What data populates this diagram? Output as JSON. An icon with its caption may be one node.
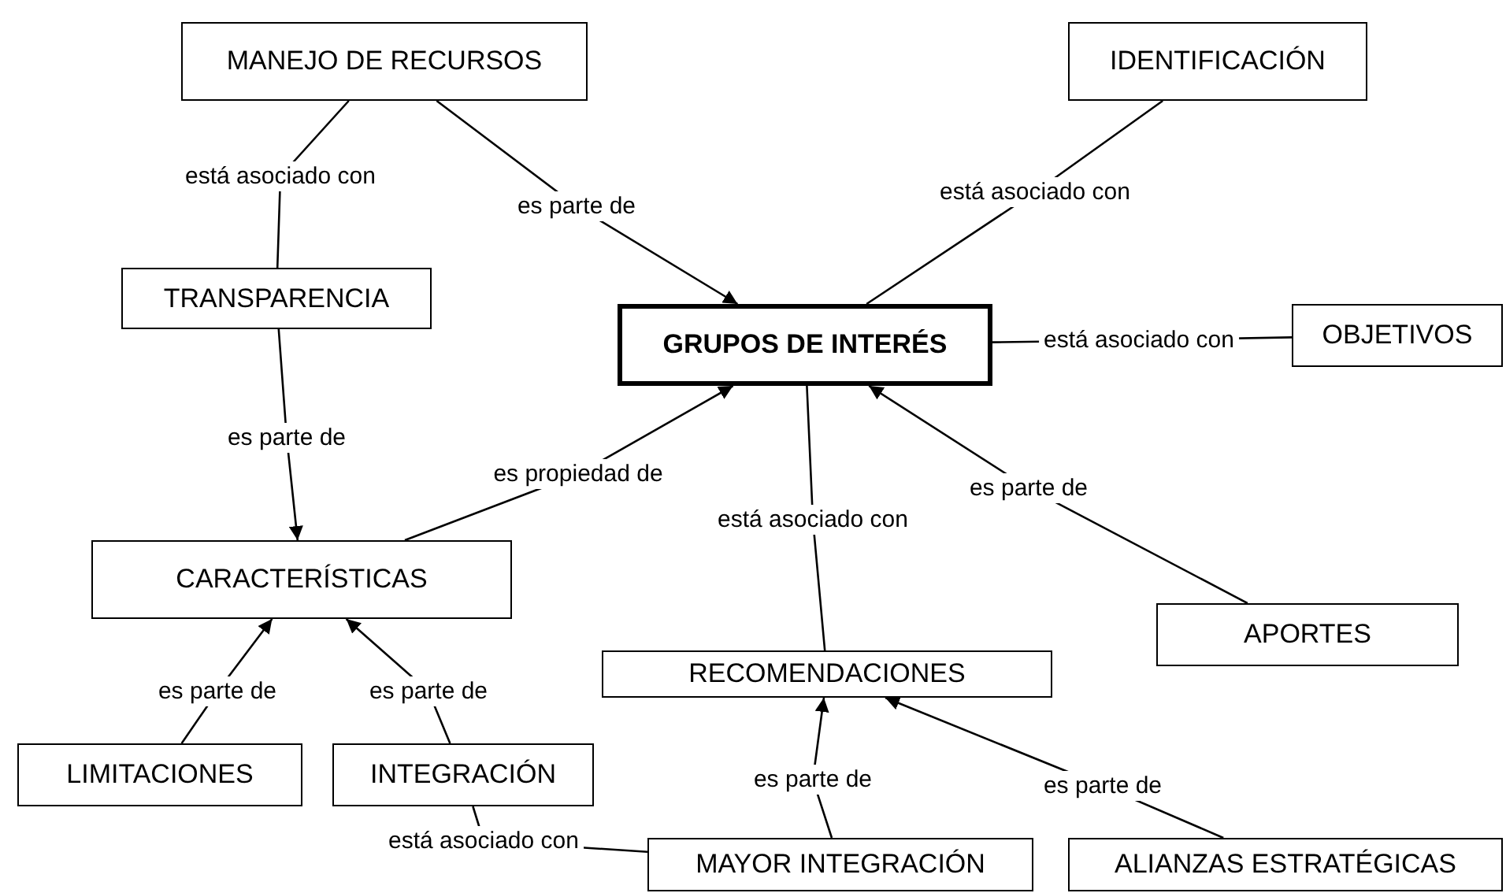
{
  "diagram": {
    "nodes": [
      {
        "text": [
          "MANEJO DE RECURSOS"
        ]
      },
      {
        "text": [
          "IDENTIFICACIÓN"
        ]
      },
      {
        "text": [
          "TRANSPARENCIA"
        ]
      },
      {
        "text": [
          "GRUPOS DE INTERÉS"
        ]
      },
      {
        "text": [
          "OBJETIVOS"
        ]
      },
      {
        "text": [
          "CARACTERÍSTICAS"
        ]
      },
      {
        "text": [
          "APORTES"
        ]
      },
      {
        "text": [
          "RECOMENDACIONES"
        ]
      },
      {
        "text": [
          "LIMITACIONES"
        ]
      },
      {
        "text": [
          "INTEGRACIÓN"
        ]
      },
      {
        "text": [
          "MAYOR INTEGRACIÓN"
        ]
      },
      {
        "text": [
          "ALIANZAS ESTRATÉGICAS"
        ]
      }
    ],
    "edges": [
      {
        "from": 0,
        "to": 2,
        "arrow": "none",
        "label": "está asociado con"
      },
      {
        "from": 0,
        "to": 3,
        "arrow": "to",
        "label": "es parte de"
      },
      {
        "from": 1,
        "to": 3,
        "arrow": "none",
        "label": "está asociado con"
      },
      {
        "from": 4,
        "to": 3,
        "arrow": "none",
        "label": "está asociado con"
      },
      {
        "from": 2,
        "to": 5,
        "arrow": "to",
        "label": "es parte de"
      },
      {
        "from": 5,
        "to": 3,
        "arrow": "to",
        "label": "es propiedad de"
      },
      {
        "from": 7,
        "to": 3,
        "arrow": "none",
        "label": "está asociado con"
      },
      {
        "from": 6,
        "to": 3,
        "arrow": "to",
        "label": "es parte de"
      },
      {
        "from": 8,
        "to": 5,
        "arrow": "to",
        "label": "es parte de"
      },
      {
        "from": 9,
        "to": 5,
        "arrow": "to",
        "label": "es parte de"
      },
      {
        "from": 10,
        "to": 9,
        "arrow": "none",
        "label": "está asociado con"
      },
      {
        "from": 10,
        "to": 7,
        "arrow": "to",
        "label": "es parte de"
      },
      {
        "from": 11,
        "to": 7,
        "arrow": "to",
        "label": "es parte de"
      }
    ]
  }
}
